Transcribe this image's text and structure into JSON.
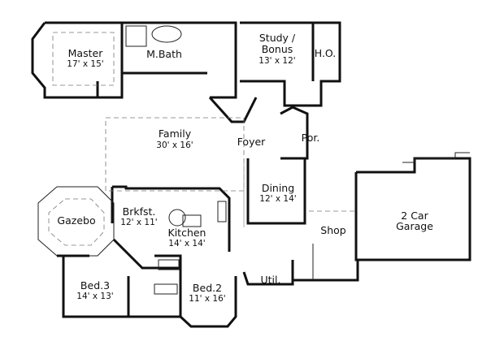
{
  "rooms": {
    "master": {
      "name": "Master",
      "size": "17' x 15'"
    },
    "mbath": {
      "name": "M.Bath"
    },
    "study": {
      "name": "Study /",
      "name2": "Bonus",
      "size": "13' x 12'"
    },
    "ho": {
      "name": "H.O."
    },
    "family": {
      "name": "Family",
      "size": "30' x 16'"
    },
    "foyer": {
      "name": "Foyer"
    },
    "porch": {
      "name": "Por."
    },
    "dining": {
      "name": "Dining",
      "size": "12' x 14'"
    },
    "gazebo": {
      "name": "Gazebo"
    },
    "brkfst": {
      "name": "Brkfst.",
      "size": "12' x 11'"
    },
    "kitchen": {
      "name": "Kitchen",
      "size": "14' x 14'"
    },
    "shop": {
      "name": "Shop"
    },
    "garage": {
      "name": "2 Car",
      "name2": "Garage"
    },
    "bed3": {
      "name": "Bed.3",
      "size": "14' x 13'"
    },
    "bed2": {
      "name": "Bed.2",
      "size": "11' x 16'"
    },
    "util": {
      "name": "Util."
    }
  }
}
